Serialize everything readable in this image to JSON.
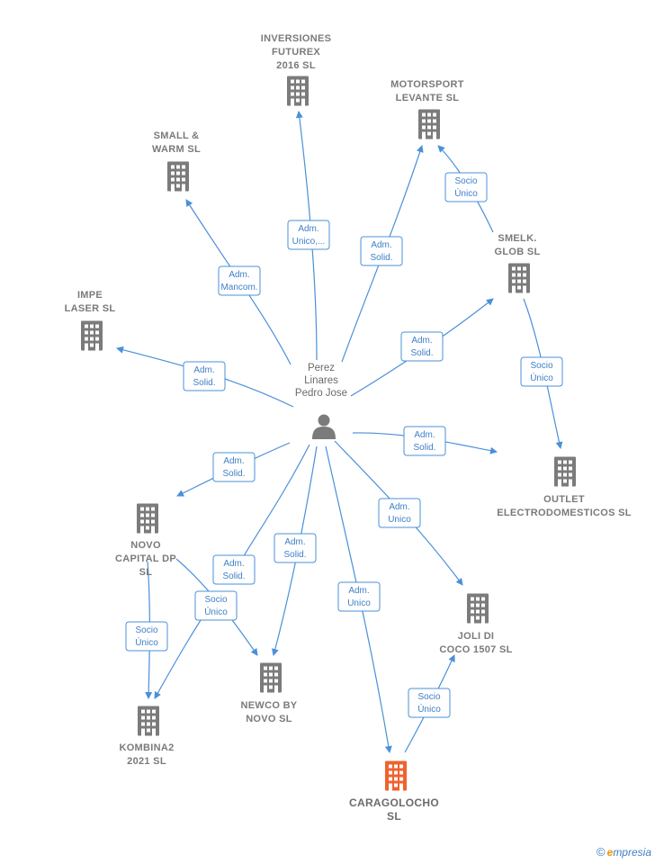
{
  "center": {
    "label_lines": [
      "Perez",
      "Linares",
      "Pedro Jose"
    ]
  },
  "companies": [
    {
      "id": "inversiones",
      "label_lines": [
        "INVERSIONES",
        "FUTUREX",
        "2016  SL"
      ]
    },
    {
      "id": "motorsport",
      "label_lines": [
        "MOTORSPORT",
        "LEVANTE SL"
      ]
    },
    {
      "id": "small",
      "label_lines": [
        "SMALL &",
        "WARM  SL"
      ]
    },
    {
      "id": "smelk",
      "label_lines": [
        "SMELK.",
        "GLOB  SL"
      ]
    },
    {
      "id": "impe",
      "label_lines": [
        "IMPE",
        "LASER  SL"
      ]
    },
    {
      "id": "outlet",
      "label_lines": [
        "OUTLET",
        "ELECTRODOMESTICOS SL"
      ]
    },
    {
      "id": "novo",
      "label_lines": [
        "NOVO",
        "CAPITAL DP",
        "SL"
      ]
    },
    {
      "id": "joli",
      "label_lines": [
        "JOLI DI",
        "COCO 1507  SL"
      ]
    },
    {
      "id": "newco",
      "label_lines": [
        "NEWCO BY",
        "NOVO  SL"
      ]
    },
    {
      "id": "kombina",
      "label_lines": [
        "KOMBINA2",
        "2021  SL"
      ]
    },
    {
      "id": "caragolocho",
      "label_lines": [
        "CARAGOLOCHO",
        "SL"
      ],
      "highlight": true
    }
  ],
  "edges": [
    {
      "id": "p-inversiones",
      "label_lines": [
        "Adm.",
        "Unico,..."
      ]
    },
    {
      "id": "p-motorsport",
      "label_lines": [
        "Adm.",
        "Solid."
      ]
    },
    {
      "id": "smelk-motorsport",
      "label_lines": [
        "Socio",
        "Único"
      ]
    },
    {
      "id": "p-small",
      "label_lines": [
        "Adm.",
        "Mancom."
      ]
    },
    {
      "id": "p-smelk",
      "label_lines": [
        "Adm.",
        "Solid."
      ]
    },
    {
      "id": "smelk-outlet",
      "label_lines": [
        "Socio",
        "Único"
      ]
    },
    {
      "id": "p-impe",
      "label_lines": [
        "Adm.",
        "Solid."
      ]
    },
    {
      "id": "p-outlet",
      "label_lines": [
        "Adm.",
        "Solid."
      ]
    },
    {
      "id": "p-novo",
      "label_lines": [
        "Adm.",
        "Solid."
      ]
    },
    {
      "id": "p-joli",
      "label_lines": [
        "Adm.",
        "Unico"
      ]
    },
    {
      "id": "p-newco",
      "label_lines": [
        "Adm.",
        "Solid."
      ]
    },
    {
      "id": "p-kombina",
      "label_lines": [
        "Adm.",
        "Solid."
      ]
    },
    {
      "id": "novo-newco",
      "label_lines": [
        "Socio",
        "Único"
      ]
    },
    {
      "id": "novo-kombina",
      "label_lines": [
        "Socio",
        "Único"
      ]
    },
    {
      "id": "p-caragolocho",
      "label_lines": [
        "Adm.",
        "Unico"
      ]
    },
    {
      "id": "caragolocho-joli",
      "label_lines": [
        "Socio",
        "Único"
      ]
    }
  ],
  "colors": {
    "edge": "#4a90d9",
    "building": "#7b7b7b",
    "highlight": "#f0622d",
    "person": "#7b7b7b"
  },
  "watermark": {
    "symbol": "©",
    "brand_initial": "e",
    "brand_rest": "mpresia"
  }
}
